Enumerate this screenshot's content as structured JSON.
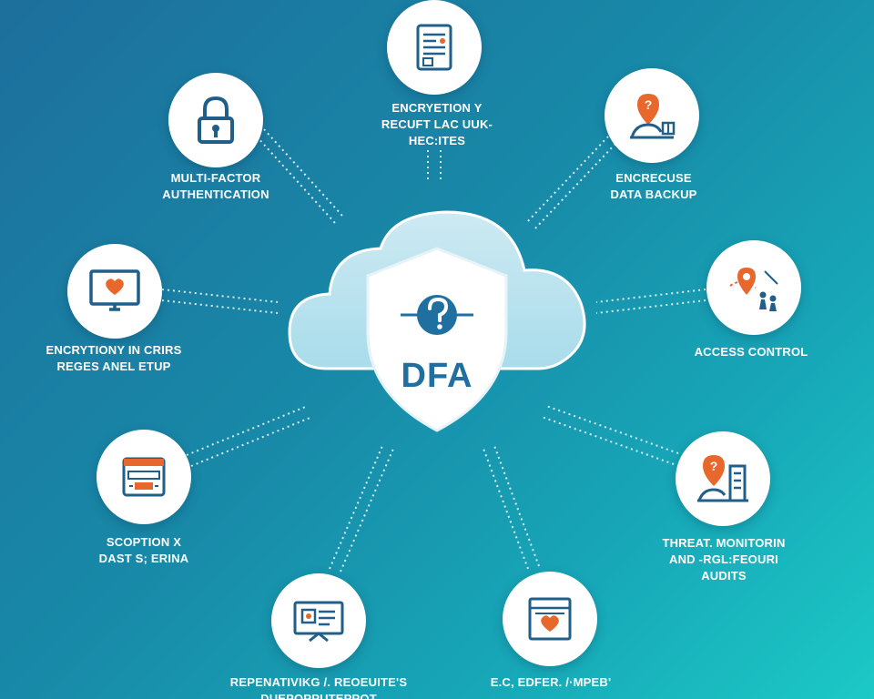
{
  "center": {
    "title": "DFA",
    "accent": "#1f6fa0",
    "orange": "#e8672c"
  },
  "nodes": [
    {
      "id": "top",
      "icon": "document-icon",
      "lines": [
        "ENCRYETION Y",
        "RECUFT LAC UUK-",
        "HEC:ITES"
      ]
    },
    {
      "id": "mfa",
      "icon": "padlock-icon",
      "lines": [
        "MULTI-FACTOR",
        "AUTHENTICATION"
      ]
    },
    {
      "id": "backup",
      "icon": "location-pin-person-icon",
      "lines": [
        "ENCRECUSE",
        "DATA BACKUP"
      ]
    },
    {
      "id": "monitor-left",
      "icon": "monitor-heart-icon",
      "lines": [
        "ENCRYTIONY IN CRIRS",
        "REGES ANEL ETUP"
      ]
    },
    {
      "id": "access",
      "icon": "map-pin-people-icon",
      "lines": [
        "ACCESS CONTROL"
      ]
    },
    {
      "id": "scoption",
      "icon": "server-rack-icon",
      "lines": [
        "SCOPTION X",
        "DAST S; ERINA"
      ]
    },
    {
      "id": "threat",
      "icon": "pin-building-icon",
      "lines": [
        "THREAT. MONITORIN",
        "AND -RGL:FEOURI",
        "AUDITS"
      ]
    },
    {
      "id": "bottom-left",
      "icon": "display-card-icon",
      "lines": [
        "REPENATIVIKG /. REOEUITE'S",
        "DUEPOPPUTEPPOT"
      ]
    },
    {
      "id": "bottom-right",
      "icon": "document-heart-icon",
      "lines": [
        "E.C, EDFER. /·MPEB'"
      ]
    }
  ]
}
